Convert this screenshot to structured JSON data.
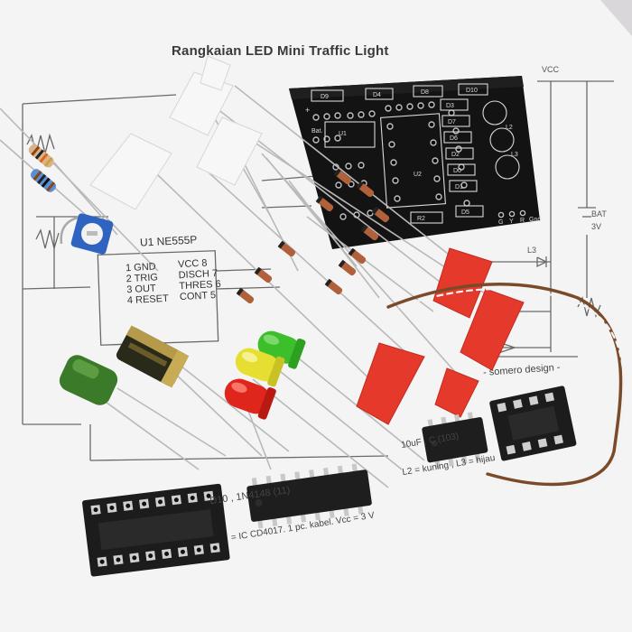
{
  "title": "Rangkaian LED Mini Traffic Light",
  "watermark": "- somero design -",
  "schematic": {
    "ic_label": "U1 NE555P",
    "pins_left": [
      "1 GND",
      "2 TRIG",
      "3 OUT",
      "4 RESET"
    ],
    "pins_right": [
      "VCC 8",
      "DISCH 7",
      "THRES 6",
      "CONT 5"
    ],
    "vcc": "VCC",
    "battery": "BAT",
    "battery_voltage": "3V",
    "led_label": "L3",
    "partial_notes": [
      "D10 , 1N4148 (11)",
      "= IC CD4017. 1 pc. kabel. Vcc = 3 V",
      "10uF , C (103)",
      "L2 = kuning , L3 = hijau"
    ]
  },
  "pcb": {
    "labels": [
      "D9",
      "D4",
      "D8",
      "D10",
      "D3",
      "D7",
      "D6",
      "D2",
      "D0",
      "D1",
      "D5",
      "U1",
      "U2",
      "R2",
      "L2",
      "L3",
      "Bat.",
      "+"
    ],
    "pads": [
      "G",
      "Y",
      "R",
      "Gnd"
    ]
  },
  "colors": {
    "paper": "#f4f3f4",
    "pcb": "#141414",
    "led_green": "#3dbf2c",
    "led_yellow": "#e8e03a",
    "led_red": "#e0281e",
    "tape_red": "#e53a2a",
    "cap_green": "#3d7a2a"
  }
}
